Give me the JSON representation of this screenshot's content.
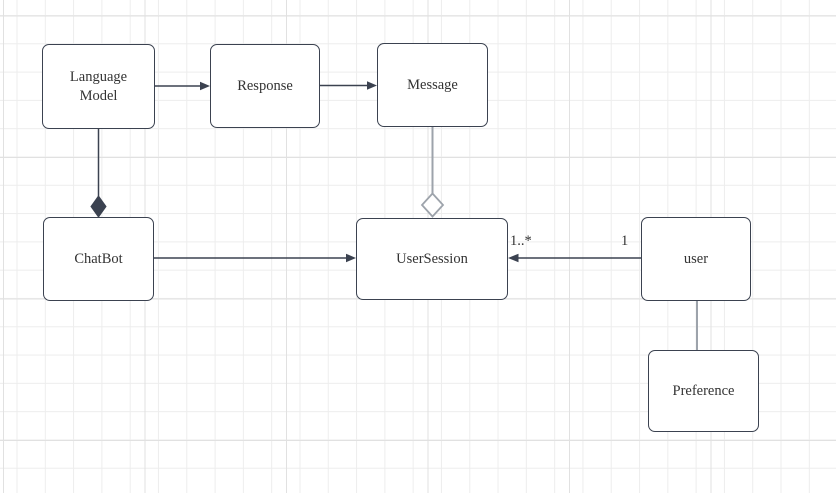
{
  "diagram": {
    "kind": "uml-class-diagram",
    "colors": {
      "background": "#ffffff",
      "grid_minor": "#ededed",
      "grid_major": "#e1e1e1",
      "node_border": "#3b4250",
      "edge_stroke": "#3b4250",
      "muted_edge_stroke": "#9da3ab",
      "text": "#333333",
      "node_fill": "#ffffff"
    },
    "nodes": {
      "language_model": {
        "label": "Language Model"
      },
      "response": {
        "label": "Response"
      },
      "message": {
        "label": "Message"
      },
      "chatbot": {
        "label": "ChatBot"
      },
      "user_session": {
        "label": "UserSession"
      },
      "user": {
        "label": "user"
      },
      "preference": {
        "label": "Preference"
      }
    },
    "edges": {
      "lm_to_response": {
        "from": "Language Model",
        "to": "Response",
        "type": "directed-arrow"
      },
      "response_to_message": {
        "from": "Response",
        "to": "Message",
        "type": "directed-arrow"
      },
      "lm_to_chatbot": {
        "from": "Language Model",
        "to": "ChatBot",
        "type": "composition-filled-diamond"
      },
      "message_to_usersession": {
        "from": "Message",
        "to": "UserSession",
        "type": "aggregation-hollow-diamond"
      },
      "chatbot_to_usersession": {
        "from": "ChatBot",
        "to": "UserSession",
        "type": "directed-arrow"
      },
      "user_to_usersession": {
        "from": "user",
        "to": "UserSession",
        "type": "directed-arrow",
        "source_multiplicity": "1",
        "target_multiplicity": "1..*"
      },
      "user_to_preference": {
        "from": "user",
        "to": "Preference",
        "type": "plain-line"
      }
    }
  }
}
